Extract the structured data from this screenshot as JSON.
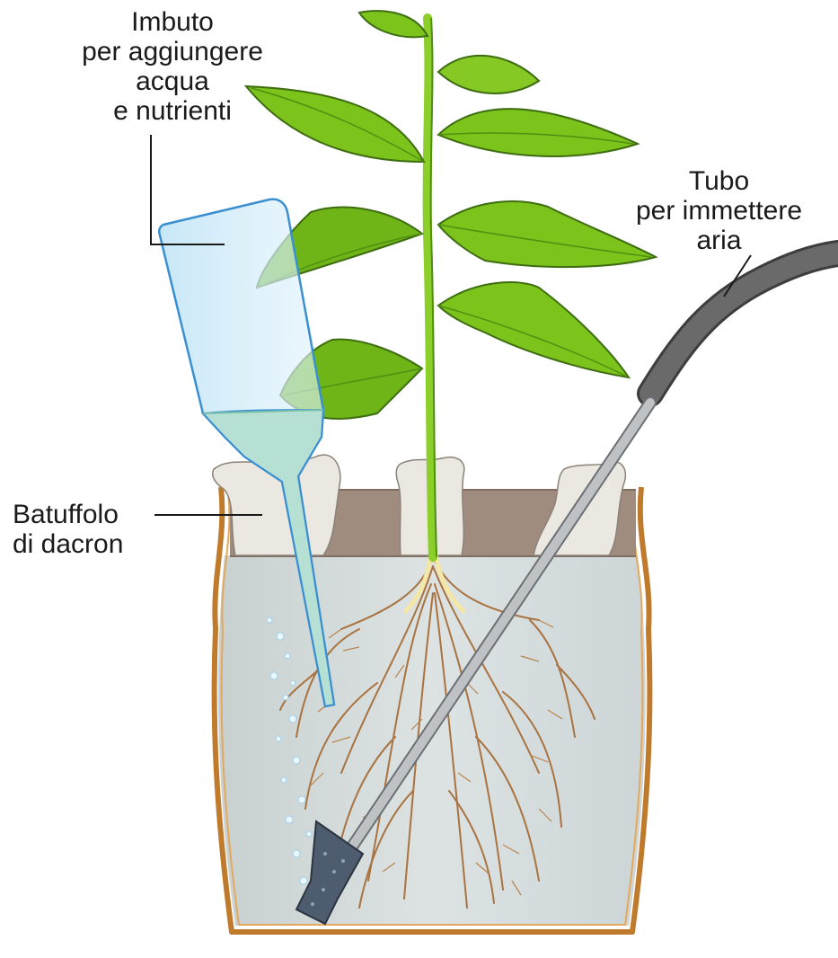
{
  "labels": {
    "funnel": [
      "Imbuto",
      "per aggiungere",
      "acqua",
      "e nutrienti"
    ],
    "tube": [
      "Tubo",
      "per immettere",
      "aria"
    ],
    "dacron": [
      "Batuffolo",
      "di dacron"
    ]
  },
  "colors": {
    "pot_rim": "#c07a2c",
    "water": "#d6dcdc",
    "soil_band": "#a08c7e",
    "dacron": "#e9e5df",
    "leaf": "#7cc31c",
    "leaf_dark": "#4f8f12",
    "stem": "#8ccf2a",
    "roots": "#a87340",
    "funnel_glass": "#cfeaf8",
    "funnel_water": "#b7e0d4",
    "tube": "#575757",
    "rod": "#b9bcc0",
    "airstone": "#4d5c6e",
    "bubbles": "#e9f8ff"
  }
}
